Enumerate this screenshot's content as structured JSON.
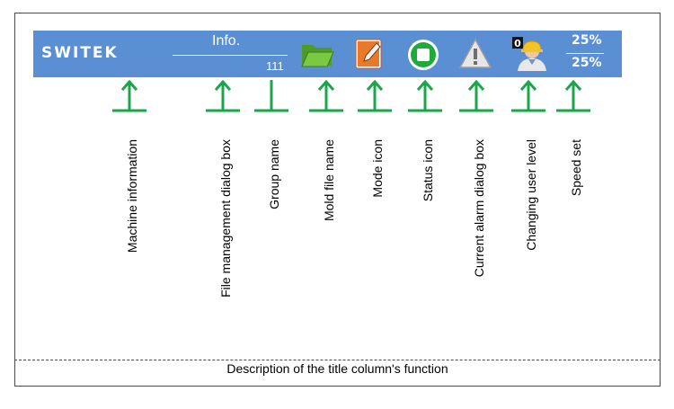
{
  "title_bar": {
    "logo": "SWITEK",
    "info_label": "Info.",
    "group_value": "111",
    "speed_top": "25%",
    "speed_bottom": "25%",
    "user_level_badge": "0",
    "bar_color": "#5a8fd4",
    "icons": [
      "folder-icon",
      "edit-icon",
      "stop-status-icon",
      "warning-icon",
      "user-icon"
    ]
  },
  "arrow_color": "#1aa64a",
  "labels": [
    "Machine information",
    "File management dialog box",
    "Group name",
    "Mold file name",
    "Mode icon",
    "Status icon",
    "Current alarm dialog box",
    "Changing user level",
    "Speed set"
  ],
  "caption": "Description of the title column's function"
}
